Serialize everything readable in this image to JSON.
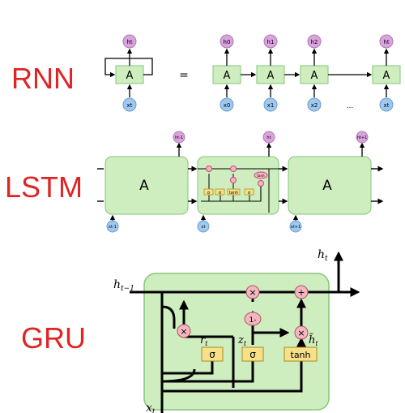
{
  "titles": {
    "rnn": "RNN",
    "lstm": "LSTM",
    "gru": "GRU"
  },
  "rnn": {
    "cell_label": "A",
    "equals": "=",
    "ellipsis": "...",
    "h_loop": "ht",
    "x_loop": "xt",
    "h_unrolled": [
      "h0",
      "h1",
      "h2",
      "ht"
    ],
    "x_unrolled": [
      "x0",
      "x1",
      "x2",
      "xt"
    ]
  },
  "lstm": {
    "cell_label": "A",
    "h_labels": [
      "ht-1",
      "ht",
      "ht+1"
    ],
    "x_labels": [
      "xt-1",
      "xt",
      "xt+1"
    ],
    "gate_labels": [
      "σ",
      "σ",
      "tanh",
      "σ"
    ],
    "tanh_op": "tanh"
  },
  "gru": {
    "h_out": "h",
    "h_out_sub": "t",
    "h_in": "h",
    "h_in_sub": "t−1",
    "x_in": "x",
    "x_in_sub": "t",
    "r_label": "r",
    "r_sub": "t",
    "z_label": "z",
    "z_sub": "t",
    "h_tilde": "h̃",
    "h_tilde_sub": "t",
    "gates": [
      "σ",
      "σ",
      "tanh"
    ],
    "one_minus": "1-",
    "times": "×",
    "plus": "+"
  },
  "colors": {
    "title_red": "#e02424",
    "cell_fill": "#cfeec0",
    "cell_stroke": "#86c47a",
    "h_node": "#d9a3de",
    "x_node": "#9ec8ef",
    "gate_fill": "#f6e08a",
    "op_fill": "#f3b7c1"
  }
}
